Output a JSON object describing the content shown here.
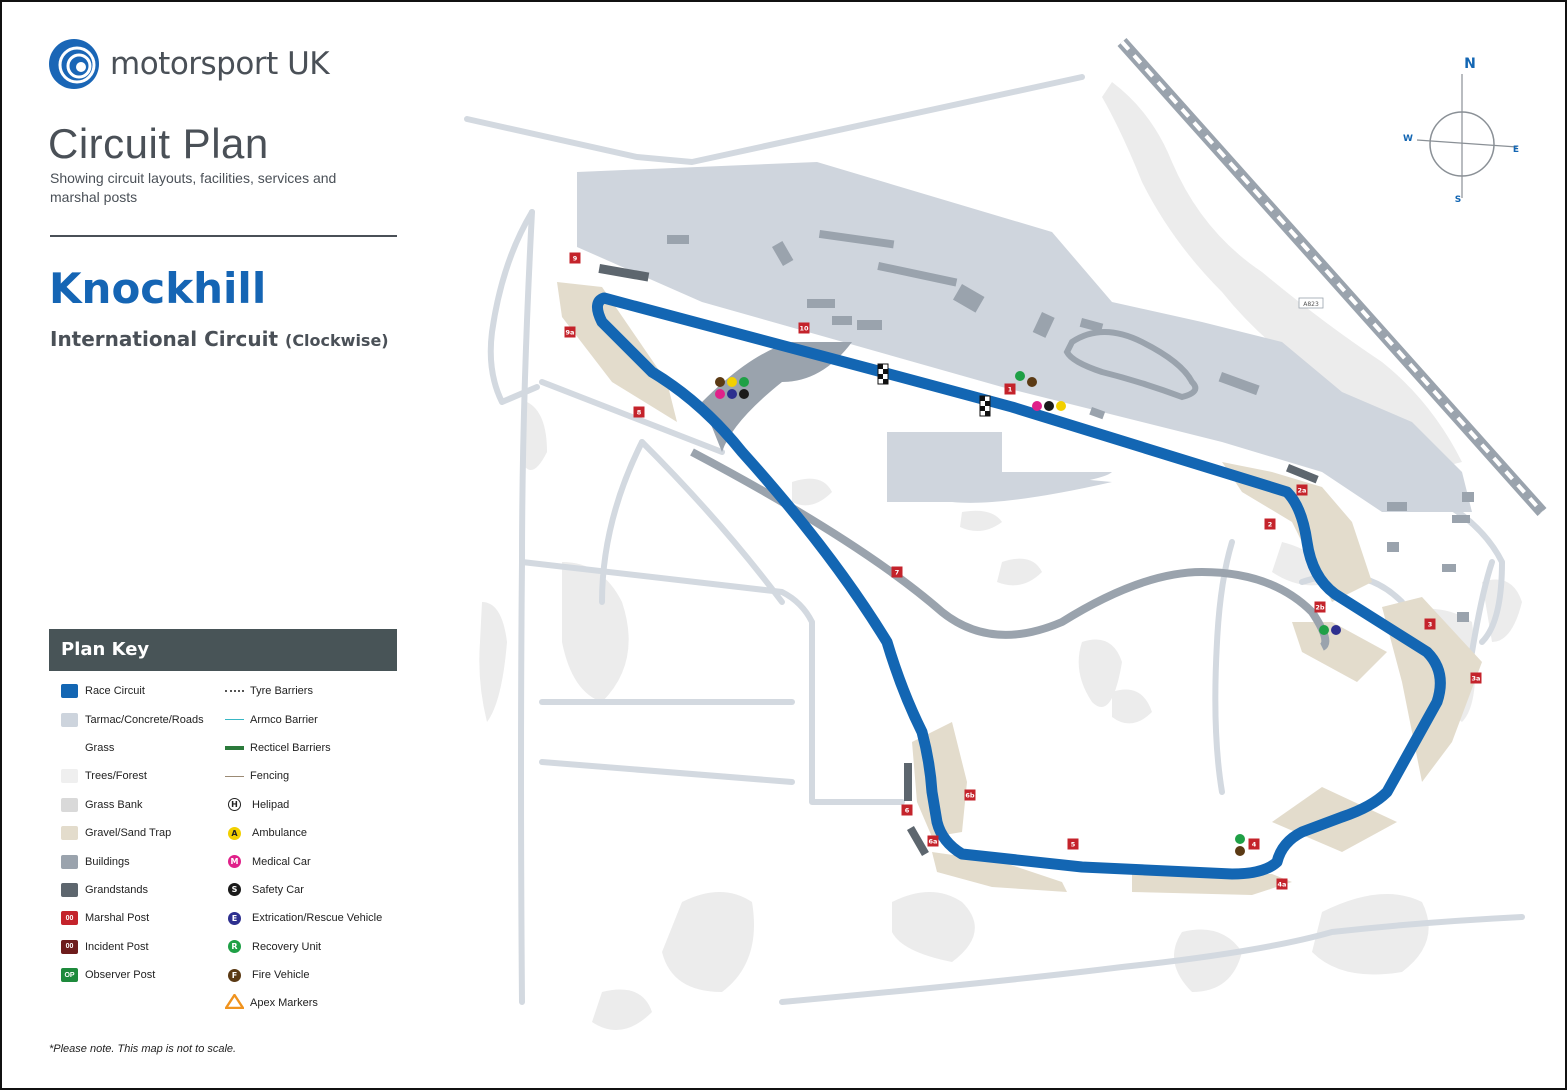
{
  "header": {
    "brand": "motorsport UK",
    "plan_title": "Circuit Plan",
    "plan_subtitle": "Showing circuit layouts, facilities, services and marshal posts",
    "venue": "Knockhill",
    "layout": "International Circuit",
    "direction": "(Clockwise)"
  },
  "compass": {
    "n": "N",
    "e": "E",
    "s": "S",
    "w": "W"
  },
  "key": {
    "title": "Plan Key",
    "left": [
      {
        "label": "Race Circuit",
        "color": "#1366b3",
        "icon": "race-circuit-swatch"
      },
      {
        "label": "Tarmac/Concrete/Roads",
        "color": "#cdd4dd",
        "icon": "tarmac-swatch"
      },
      {
        "label": "Grass",
        "color": "#ffffff",
        "icon": "grass-swatch"
      },
      {
        "label": "Trees/Forest",
        "color": "#efefef",
        "icon": "trees-swatch"
      },
      {
        "label": "Grass Bank",
        "color": "#d9d9d9",
        "icon": "grass-bank-swatch"
      },
      {
        "label": "Gravel/Sand Trap",
        "color": "#e3dccc",
        "icon": "gravel-swatch"
      },
      {
        "label": "Buildings",
        "color": "#9aa3ad",
        "icon": "buildings-swatch"
      },
      {
        "label": "Grandstands",
        "color": "#5d666e",
        "icon": "grandstands-swatch"
      },
      {
        "label": "Marshal Post",
        "color": "#c4232b",
        "icon": "marshal-post-swatch",
        "badge": "00"
      },
      {
        "label": "Incident Post",
        "color": "#6e1c1c",
        "icon": "incident-post-swatch",
        "badge": "00"
      },
      {
        "label": "Observer Post",
        "color": "#1e8a3c",
        "icon": "observer-post-swatch",
        "badge": "OP"
      }
    ],
    "right": [
      {
        "label": "Tyre Barriers",
        "kind": "dots",
        "icon": "tyre-barrier-line"
      },
      {
        "label": "Armco Barrier",
        "kind": "line",
        "color": "#38b7c4",
        "icon": "armco-line"
      },
      {
        "label": "Recticel Barriers",
        "kind": "thick",
        "color": "#2b7a3b",
        "icon": "recticel-line"
      },
      {
        "label": "Fencing",
        "kind": "line",
        "color": "#9b8a74",
        "icon": "fencing-line"
      },
      {
        "label": "Helipad",
        "kind": "circle",
        "color": "#ffffff",
        "badge": "H",
        "icon": "helipad-icon"
      },
      {
        "label": "Ambulance",
        "kind": "circle",
        "color": "#f2d000",
        "badge": "A",
        "icon": "ambulance-icon"
      },
      {
        "label": "Medical Car",
        "kind": "circle",
        "color": "#e0218a",
        "badge": "M",
        "icon": "medical-car-icon"
      },
      {
        "label": "Safety Car",
        "kind": "circle",
        "color": "#1a1a1a",
        "badge": "S",
        "icon": "safety-car-icon"
      },
      {
        "label": "Extrication/Rescue Vehicle",
        "kind": "circle",
        "color": "#2d2f8f",
        "badge": "E",
        "icon": "extrication-icon"
      },
      {
        "label": "Recovery Unit",
        "kind": "circle",
        "color": "#1fa046",
        "badge": "R",
        "icon": "recovery-icon"
      },
      {
        "label": "Fire Vehicle",
        "kind": "circle",
        "color": "#5b3a14",
        "badge": "F",
        "icon": "fire-vehicle-icon"
      },
      {
        "label": "Apex Markers",
        "kind": "triangle",
        "color": "#f0931e",
        "icon": "apex-marker-icon"
      }
    ]
  },
  "note": "*Please note. This map is not to scale.",
  "map": {
    "road_label": "A823",
    "posts": [
      "1",
      "2",
      "2a",
      "2b",
      "3",
      "3a",
      "4",
      "4a",
      "5",
      "6",
      "6a",
      "6b",
      "7",
      "8",
      "9",
      "9a",
      "10"
    ]
  }
}
